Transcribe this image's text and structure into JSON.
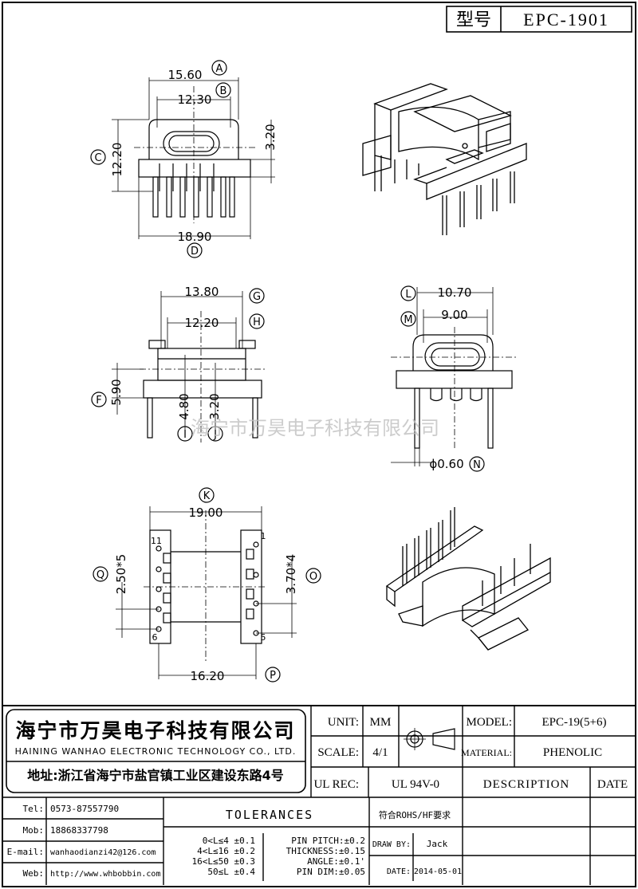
{
  "title_block": {
    "type_label": "型号",
    "type_value": "EPC-1901"
  },
  "views": {
    "front": {
      "dim_a": "15.60",
      "dim_b": "12.30",
      "dim_c": "12.20",
      "dim_h": "3.20",
      "dim_d": "18.90",
      "mark_a": "A",
      "mark_b": "B",
      "mark_c": "C",
      "mark_d": "D"
    },
    "side": {
      "dim_g": "13.80",
      "dim_h": "12.20",
      "dim_f": "5.90",
      "dim_i": "4.80",
      "dim_j": "3.20",
      "mark_g": "G",
      "mark_h": "H",
      "mark_f": "F",
      "mark_i": "I",
      "mark_j": "J"
    },
    "end": {
      "dim_l": "10.70",
      "dim_m": "9.00",
      "dim_n": "ϕ0.60",
      "mark_l": "L",
      "mark_m": "M",
      "mark_n": "N"
    },
    "bottom": {
      "dim_k": "19.00",
      "dim_p": "16.20",
      "dim_q": "2.50*5",
      "dim_o": "3.70*4",
      "mark_k": "K",
      "mark_p": "P",
      "mark_q": "Q",
      "mark_o": "O",
      "pin_11": "11",
      "pin_1": "1",
      "pin_6": "6",
      "pin_5": "5"
    }
  },
  "watermark": "海宁市万昊电子科技有限公司",
  "company": {
    "name_cn": "海宁市万昊电子科技有限公司",
    "name_en": "HAINING WANHAO ELECTRONIC TECHNOLOGY CO., LTD.",
    "address": "地址:浙江省海宁市盐官镇工业区建设东路4号"
  },
  "contacts": [
    {
      "label": "Tel:",
      "value": "0573-87557790"
    },
    {
      "label": "Mob:",
      "value": "18868337798"
    },
    {
      "label": "E-mail:",
      "value": "wanhaodianzi42@126.com"
    },
    {
      "label": "Web:",
      "value": "http://www.whbobbin.com"
    }
  ],
  "spec": {
    "unit_label": "UNIT:",
    "unit_value": "MM",
    "scale_label": "SCALE:",
    "scale_value": "4/1",
    "ulrec_label": "UL REC:",
    "ulrec_value": "UL 94V-0",
    "model_label": "MODEL:",
    "model_value": "EPC-19(5+6)",
    "material_label": "MATERIAL:",
    "material_value": "PHENOLIC",
    "description_label": "DESCRIPTION",
    "date_label": "DATE"
  },
  "tolerances": {
    "title": "TOLERANCES",
    "rows": [
      "0<L≤4 ±0.1",
      "4<L≤16 ±0.2",
      "16<L≤50 ±0.3",
      "50≤L ±0.4"
    ],
    "extra": [
      "PIN PITCH:±0.2",
      "THICKNESS:±0.15",
      "ANGLE:±0.1'",
      "PIN DIM:±0.05"
    ]
  },
  "rohs": "符合ROHS/HF要求",
  "draw_by_label": "DRAW BY:",
  "draw_by_value": "Jack",
  "date_label2": "DATE:",
  "date_value": "2014-05-01"
}
